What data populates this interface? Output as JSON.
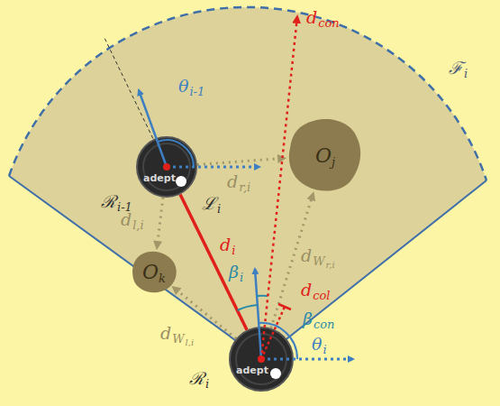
{
  "diagram": {
    "nodes": [
      {
        "text": [
          "adept"
        ]
      },
      {
        "text": [
          "O",
          "j"
        ]
      },
      {
        "text": [
          "O",
          "k"
        ]
      },
      {
        "text": [
          "adept"
        ]
      }
    ],
    "edges": [
      {
        "from": 3,
        "to": 0,
        "arrow": "none"
      },
      {
        "from": 0,
        "to": 1,
        "arrow": "to"
      },
      {
        "from": 0,
        "to": 2,
        "arrow": "to"
      },
      {
        "from": 3,
        "to": 1,
        "arrow": "to"
      },
      {
        "from": 3,
        "to": 2,
        "arrow": "to"
      }
    ],
    "labels": [
      "ℱ",
      "i",
      "d",
      "con",
      "θ",
      "i-1",
      "ℛ",
      "i-1",
      "ℒ",
      "i",
      "d",
      "r,i",
      "d",
      "l,i",
      "d",
      "i",
      "β",
      "i",
      "d",
      "W",
      "r,i",
      "d",
      "col",
      "β",
      "con",
      "θ",
      "i",
      "d",
      "W",
      "l,i",
      "ℛ",
      "i"
    ]
  }
}
